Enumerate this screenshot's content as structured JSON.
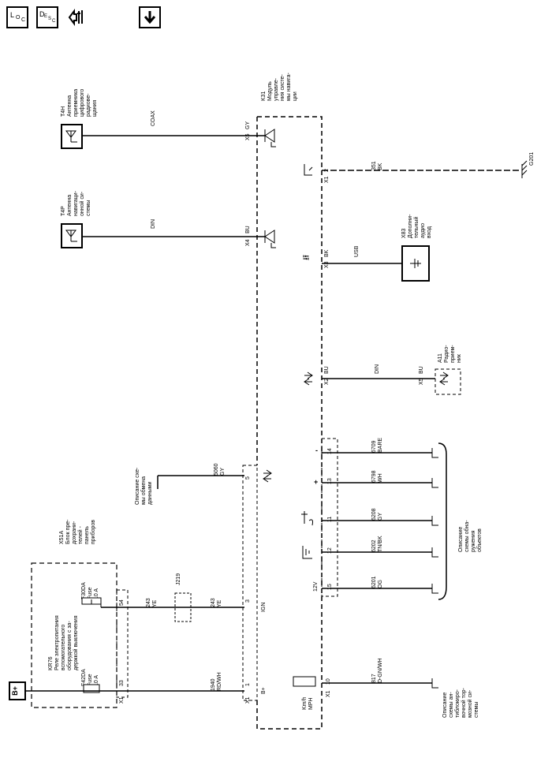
{
  "toolbar": {
    "loc": {
      "main": "L",
      "sub": "O",
      "sub2": "C"
    },
    "desc": {
      "main": "D",
      "sub": "E",
      "sub2": "S",
      "sub3": "C"
    },
    "icons": [
      "location-icon",
      "description-icon",
      "service-tools-icon",
      "download-icon"
    ]
  },
  "diagram": {
    "battery": "B+",
    "fuse_block": {
      "id": "X51A",
      "name": [
        "Блок пре-",
        "дохрани-",
        "телей -",
        "панель",
        "приборов"
      ]
    },
    "relay": {
      "id": "KR76",
      "name": [
        "Реле электропитания",
        "вспомогательного",
        "оборудования с за-",
        "держкой выключения"
      ]
    },
    "fuse1": {
      "id": "F30DA",
      "type": "Fuse",
      "rating": "10 A",
      "pin": "54"
    },
    "fuse2": {
      "id": "F42DA",
      "type": "Fuse",
      "rating": "10 A",
      "pin": "33"
    },
    "x1": "X1",
    "j219": "J219",
    "wire_243": {
      "num": "243",
      "color": "YE"
    },
    "wire_1940": {
      "num": "1940",
      "color": "RD/WH"
    },
    "ign": "IGN",
    "bplus_pin": "B+",
    "pin_1": "1",
    "pin_3": "3",
    "pin_5": "5",
    "data_desc": [
      "Описание схе-",
      "мы обмена",
      "данными"
    ],
    "wire_5060": {
      "num": "5060",
      "color": "GY"
    },
    "t4h": {
      "id": "T4H",
      "name": [
        "Антенна",
        "приемника",
        "цифрового",
        "радиове-",
        "щания"
      ]
    },
    "t4p": {
      "id": "T4P",
      "name": [
        "Антенна",
        "навигаци-",
        "онной си-",
        "стемы"
      ]
    },
    "coax": "COAX",
    "din": "DIN",
    "x5": "X5",
    "x4": "X4",
    "gy": "GY",
    "bu": "BU",
    "k31": {
      "id": "K31",
      "name": [
        "Модуль",
        "управле-",
        "ния систе-",
        "мы навига-",
        "ции"
      ]
    },
    "ground": {
      "pin": "2",
      "num": "351",
      "color": "BK",
      "id": "G201",
      "conn": "X1"
    },
    "usb": {
      "conn": "X3",
      "color": "BK",
      "label": "USB"
    },
    "x83": {
      "id": "X83",
      "name": [
        "Дополни-",
        "тельный",
        "аудио",
        "вход"
      ]
    },
    "x2": {
      "conn": "X2",
      "color": "BU",
      "label": "DIN"
    },
    "a11": {
      "id": "A11",
      "name": [
        "Радио-",
        "прием-",
        "ник"
      ],
      "conn": "X5",
      "color": "BU"
    },
    "bottom_pins": [
      {
        "pin": "14",
        "num": "6709",
        "color": "BARE"
      },
      {
        "pin": "13",
        "num": "6798",
        "color": "WH"
      },
      {
        "pin": "11",
        "num": "6208",
        "color": "GY"
      },
      {
        "pin": "12",
        "num": "6202",
        "color": "TN/BK"
      },
      {
        "pin": "15",
        "num": "6201",
        "color": "OG"
      }
    ],
    "v12": "12V",
    "minus": "-",
    "plus": "+",
    "obj_desc": [
      "Описание",
      "схемы обна-",
      "ружения",
      "объектов"
    ],
    "speed": {
      "pin": "10",
      "conn": "X1",
      "num": "817",
      "color": "D-GN/WH",
      "label1": "Km/h",
      "label2": "MPH"
    },
    "brake_desc": [
      "Описание",
      "схемы ан-",
      "тиблокиро-",
      "вочной тор-",
      "мозной си-",
      "стемы"
    ]
  }
}
